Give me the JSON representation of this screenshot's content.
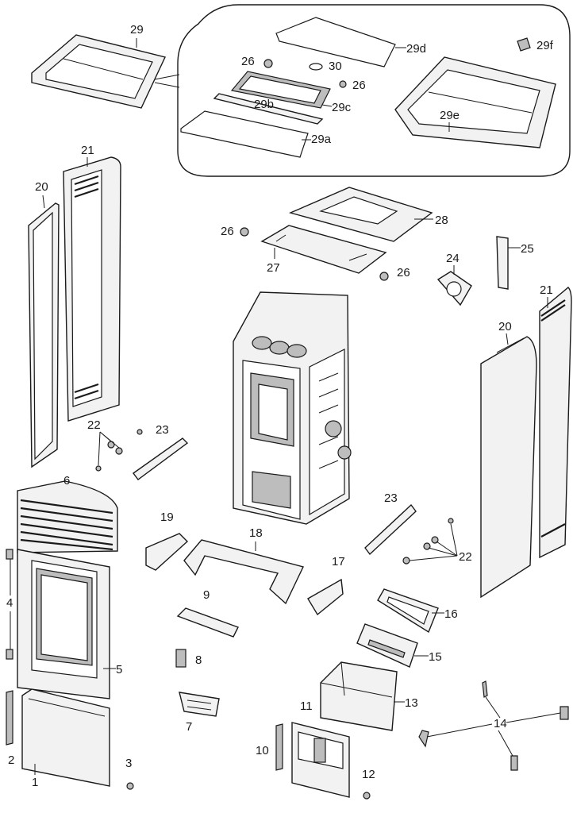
{
  "labels": {
    "p1": "1",
    "p2": "2",
    "p3": "3",
    "p4": "4",
    "p5": "5",
    "p6": "6",
    "p7": "7",
    "p8": "8",
    "p9": "9",
    "p10": "10",
    "p11": "11",
    "p12": "12",
    "p13": "13",
    "p14": "14",
    "p15": "15",
    "p16": "16",
    "p17": "17",
    "p18": "18",
    "p19": "19",
    "p20": "20",
    "p21": "21",
    "p22": "22",
    "p23": "23",
    "p24": "24",
    "p25": "25",
    "p26": "26",
    "p27": "27",
    "p28": "28",
    "p29": "29",
    "p29a": "29a",
    "p29b": "29b",
    "p29c": "29c",
    "p29d": "29d",
    "p29e": "29e",
    "p29f": "29f",
    "p30": "30"
  }
}
